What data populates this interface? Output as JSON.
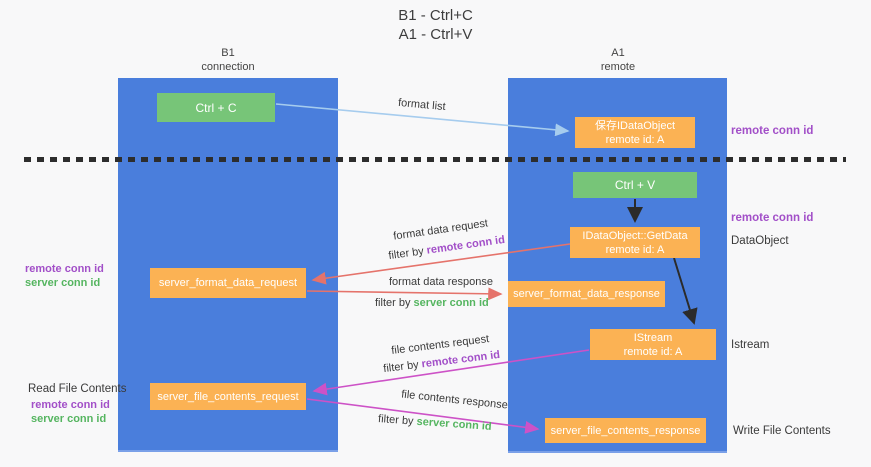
{
  "title": {
    "line1": "B1 - Ctrl+C",
    "line2": "A1 - Ctrl+V"
  },
  "lanes": {
    "b1": {
      "name": "B1",
      "subtitle": "connection"
    },
    "a1": {
      "name": "A1",
      "subtitle": "remote"
    }
  },
  "nodes": {
    "ctrl_c": {
      "label": "Ctrl + C"
    },
    "save_idataobject": {
      "line1": "保存IDataObject",
      "line2": "remote id: A"
    },
    "ctrl_v": {
      "label": "Ctrl + V"
    },
    "getdata": {
      "line1": "IDataObject::GetData",
      "line2": "remote id: A"
    },
    "server_format_data_request": {
      "label": "server_format_data_request"
    },
    "server_format_data_response": {
      "label": "server_format_data_response"
    },
    "istream": {
      "line1": "IStream",
      "line2": "remote id: A"
    },
    "server_file_contents_request": {
      "label": "server_file_contents_request"
    },
    "server_file_contents_response": {
      "label": "server_file_contents_response"
    }
  },
  "edges": {
    "format_list": {
      "label": "format list"
    },
    "format_data_request": {
      "label": "format data request",
      "filter_prefix": "filter by",
      "filter_key": "remote conn id"
    },
    "format_data_response": {
      "label": "format data response",
      "filter_prefix": "filter by",
      "filter_key": "server conn id"
    },
    "file_contents_request": {
      "label": "file contents request",
      "filter_prefix": "filter by",
      "filter_key": "remote conn id"
    },
    "file_contents_response": {
      "label": "file contents response",
      "filter_prefix": "filter by",
      "filter_key": "server conn id"
    }
  },
  "annotations": {
    "remote_conn_id": "remote conn id",
    "server_conn_id": "server conn id",
    "dataobject": "DataObject",
    "istream": "Istream",
    "read_file_contents": "Read File Contents",
    "write_file_contents": "Write File Contents"
  },
  "colors": {
    "lane_blue": "#4a7edc",
    "node_green": "#77c578",
    "node_orange": "#fbb254",
    "remote_conn_id_text": "#a24fc8",
    "server_conn_id_text": "#55b560",
    "arrow_format_list": "#a6ccee",
    "arrow_format_data": "#e5736b",
    "arrow_file_contents": "#cd52c7",
    "arrow_black": "#2b2b2b",
    "background": "#f8f8f9"
  }
}
